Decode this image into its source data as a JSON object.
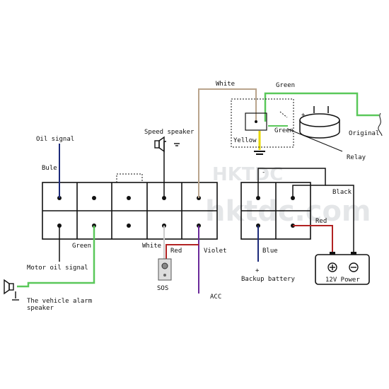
{
  "watermark": {
    "top": "HKTDC",
    "bottom": "hktdc.com"
  },
  "labels": {
    "oil_signal": "Oil signal",
    "bule": "Bule",
    "speed_speaker": "Speed speaker",
    "white_top": "White",
    "green_top": "Green",
    "green_relay": "Green",
    "yellow": "Yellow",
    "original": "Original",
    "relay": "Relay",
    "black": "Black",
    "red_right": "Red",
    "green_bottom": "Green",
    "white_bottom": "White",
    "red_sos": "Red",
    "violet": "Violet",
    "blue": "Blue",
    "motor_oil_signal": "Motor oil signal",
    "vehicle_alarm_line1": "The vehicle alarm",
    "vehicle_alarm_line2": "speaker",
    "sos": "SOS",
    "acc": "ACC",
    "backup_battery": "Backup battery",
    "power_12v": "12V Power",
    "plus_sign": "+",
    "minus_sign": "-"
  },
  "colors": {
    "white_wire": "#b9a48c",
    "green_wire": "#5ac85a",
    "blue_wire": "#1c2a7a",
    "violet_wire": "#6a2a9a",
    "red_wire": "#b22222",
    "yellow_wire": "#e8d800",
    "black_wire": "#111111"
  }
}
